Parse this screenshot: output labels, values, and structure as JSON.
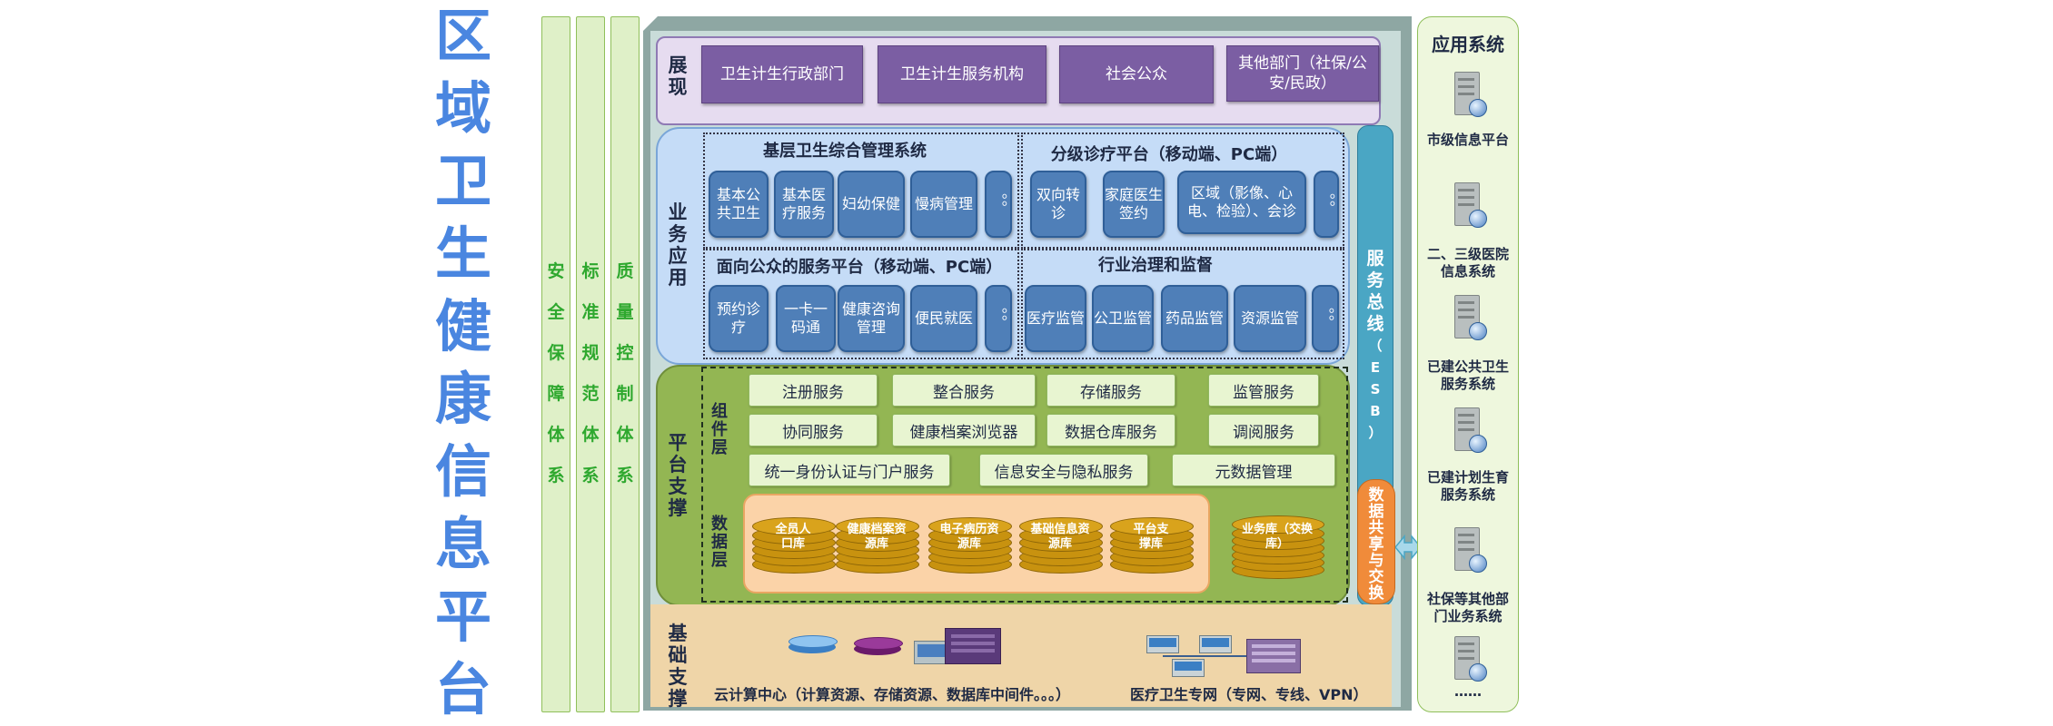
{
  "title_vertical": [
    "区",
    "域",
    "卫",
    "生",
    "健",
    "康",
    "信",
    "息",
    "平",
    "台"
  ],
  "pillars": [
    {
      "chars": [
        "安",
        "全",
        "保",
        "障",
        "体",
        "系"
      ]
    },
    {
      "chars": [
        "标",
        "准",
        "规",
        "范",
        "体",
        "系"
      ]
    },
    {
      "chars": [
        "质",
        "量",
        "控",
        "制",
        "体",
        "系"
      ]
    }
  ],
  "presentation": {
    "label": "展现",
    "items": [
      "卫生计生行政部门",
      "卫生计生服务机构",
      "社会公众",
      "其他部门（社保/公安/民政）"
    ]
  },
  "business": {
    "label": "业务应用",
    "sections": [
      {
        "title": "基层卫生综合管理系统",
        "items": [
          "基本公共卫生",
          "基本医疗服务",
          "妇幼保健",
          "慢病管理",
          "。。"
        ]
      },
      {
        "title": "分级诊疗平台（移动端、PC端）",
        "items": [
          "双向转诊",
          "家庭医生签约",
          "区域（影像、心电、检验）、会诊",
          "。。"
        ]
      },
      {
        "title": "面向公众的服务平台（移动端、PC端）",
        "items": [
          "预约诊疗",
          "一卡一码通",
          "健康咨询管理",
          "便民就医",
          "。。"
        ]
      },
      {
        "title": "行业治理和监督",
        "items": [
          "医疗监管",
          "公卫监管",
          "药品监管",
          "资源监管",
          "。。"
        ]
      }
    ]
  },
  "platform": {
    "label": "平台支撑",
    "component_label": "组件层",
    "data_label": "数据层",
    "components": [
      [
        "注册服务",
        "整合服务",
        "存储服务",
        "监管服务"
      ],
      [
        "协同服务",
        "健康档案浏览器",
        "数据仓库服务",
        "调阅服务"
      ],
      [
        "统一身份认证与门户服务",
        "信息安全与隐私服务",
        "元数据管理"
      ]
    ],
    "databases": [
      "全员人口库",
      "健康档案资源库",
      "电子病历资源库",
      "基础信息资源库",
      "平台支撑库"
    ],
    "exchange_db": "业务库（交换库）"
  },
  "esb": {
    "text": [
      "服",
      "务",
      "总",
      "线",
      "（",
      "E",
      "S",
      "B",
      "）"
    ]
  },
  "data_share": {
    "text": [
      "数",
      "据",
      "共",
      "享",
      "与",
      "交",
      "换"
    ]
  },
  "base": {
    "label": "基础支撑",
    "cloud": "云计算中心（计算资源、存储资源、数据库中间件。。。）",
    "network": "医疗卫生专网（专网、专线、VPN）"
  },
  "apps": {
    "title": "应用系统",
    "items": [
      "市级信息平台",
      "二、三级医院信息系统",
      "已建公共卫生服务系统",
      "已建计划生育服务系统",
      "社保等其他部门业务系统",
      "……"
    ]
  },
  "colors": {
    "accent_blue": "#4a86e0",
    "pillar_green": "#2ea82e",
    "presentation_purple": "#7b5ea3",
    "platform_green": "#93b653"
  }
}
